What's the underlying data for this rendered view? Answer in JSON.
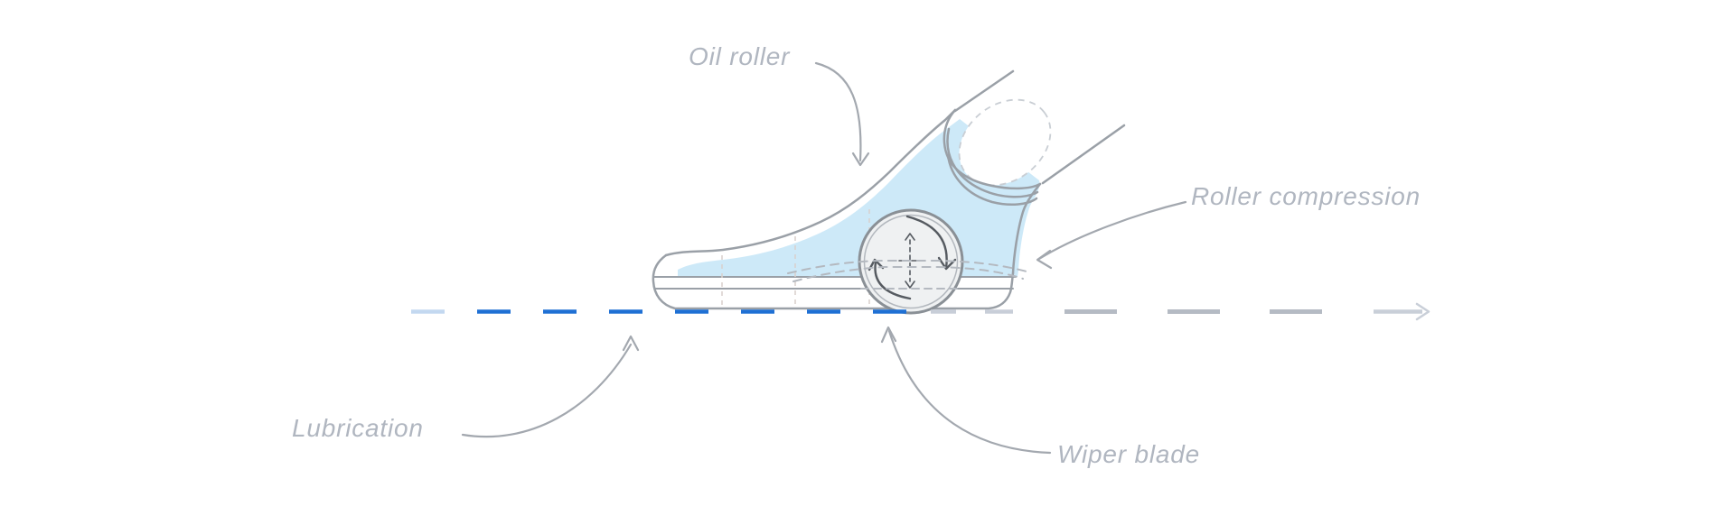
{
  "figure": {
    "labels": {
      "oil_roller": "Oil roller",
      "roller_compression": "Roller compression",
      "lubrication": "Lubrication",
      "wiper_blade": "Wiper blade"
    },
    "colors": {
      "lubrication_dash_blue": "#1f70d4",
      "lubrication_dash_fade": "#c3d8f0",
      "oil_fill_blue": "#cde9f8",
      "outline_gray": "#9aa0a7",
      "label_text_gray": "#b0b6c0",
      "ground_dash_gray": "#b5bbc4",
      "ground_dash_light": "#c9cfd8",
      "roller_fill": "#eff1f2",
      "roller_ring": "#8a9096",
      "leader_gray": "#a3a8af"
    }
  }
}
